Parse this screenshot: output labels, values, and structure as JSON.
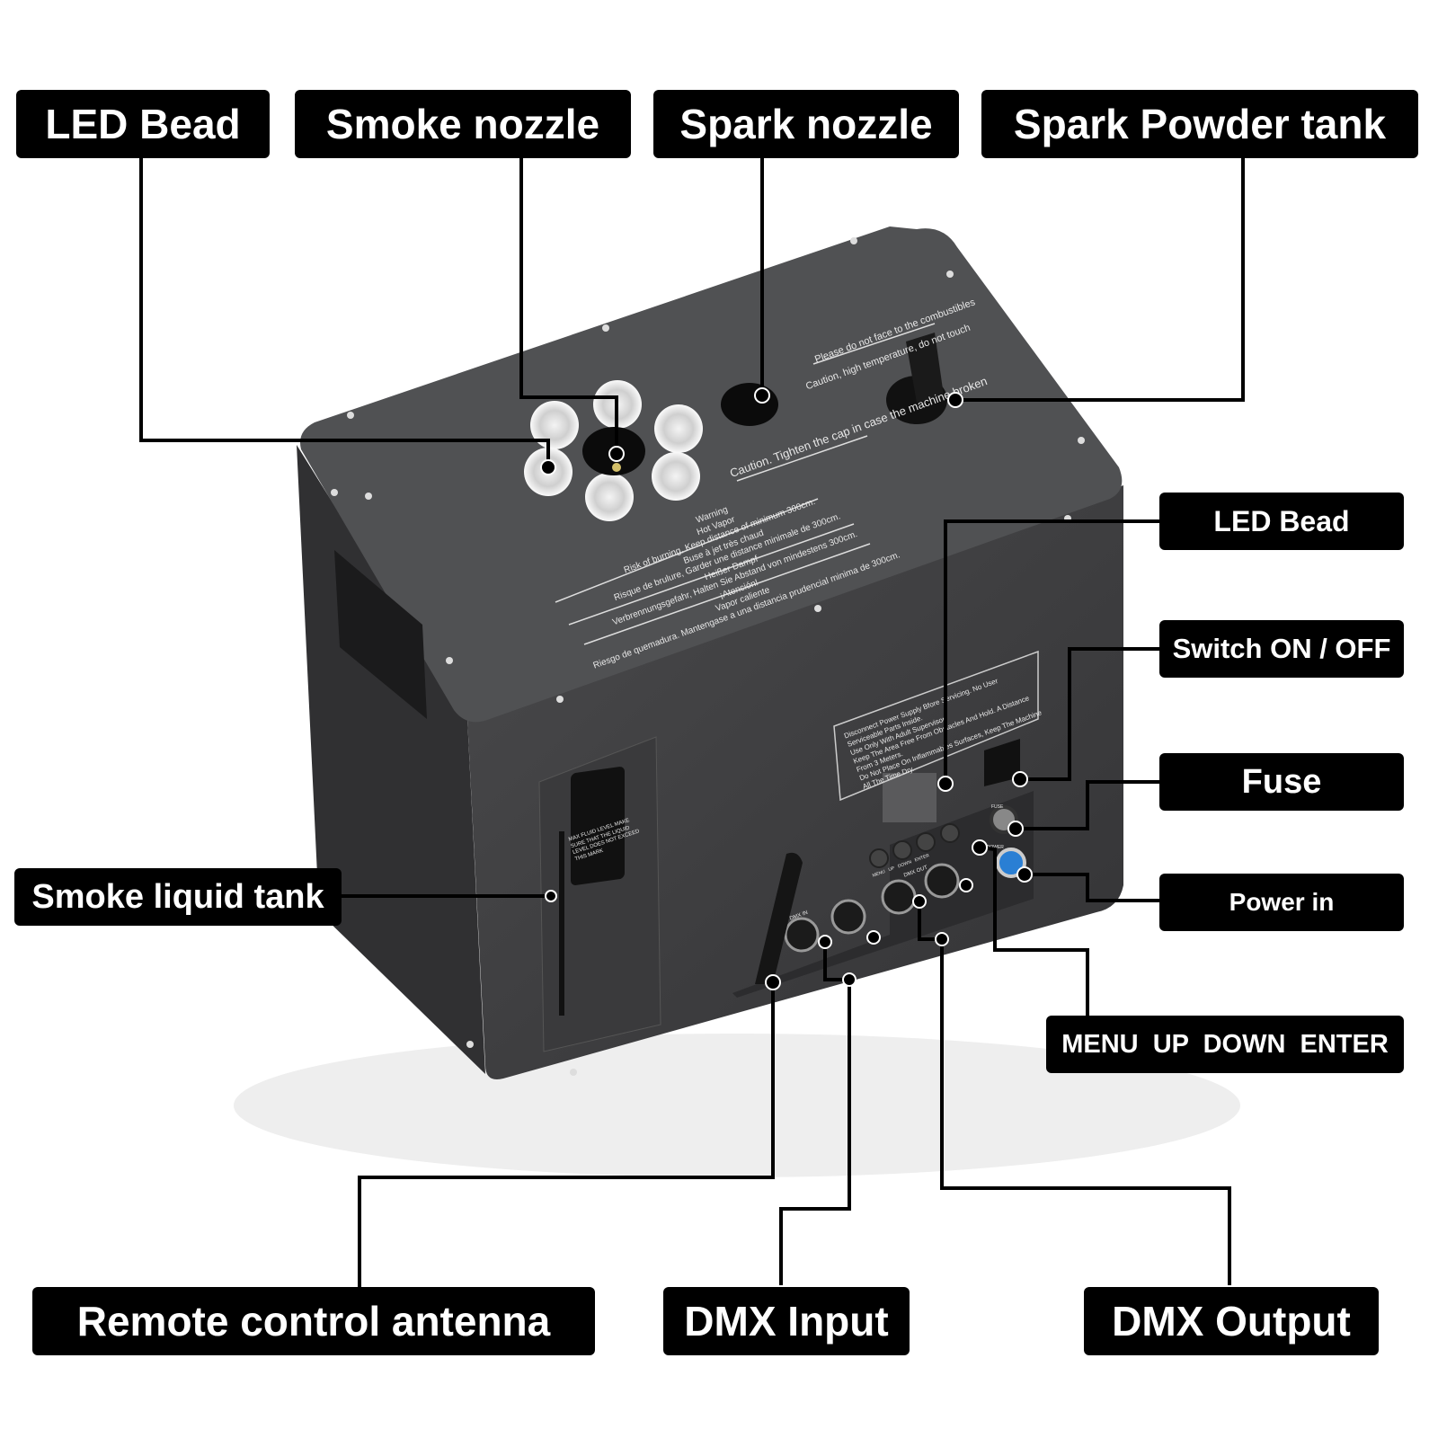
{
  "labels": {
    "led_bead_top": "LED Bead",
    "smoke_nozzle": "Smoke nozzle",
    "spark_nozzle": "Spark nozzle",
    "spark_powder_tank": "Spark Powder tank",
    "led_bead_side": "LED Bead",
    "switch": "Switch ON / OFF",
    "fuse": "Fuse",
    "power_in": "Power in",
    "smoke_liquid_tank": "Smoke liquid tank",
    "menu_buttons": "MENU  UP  DOWN  ENTER",
    "remote_antenna": "Remote control antenna",
    "dmx_input": "DMX Input",
    "dmx_output": "DMX Output"
  },
  "device_print": {
    "top_caution_1": "Please do not face to the combustibles",
    "top_caution_2": "Caution, high temperature, do not touch",
    "top_caution_3": "Caution. Tighten the cap in case the machine broken",
    "warning": [
      "Warning",
      "Hot Vapor",
      "Risk of burning, Keep distance of minimum 300cm.",
      "Buse à jet très chaud",
      "Risque de brulure, Garder une distance minimale de 300cm.",
      "Heißer Dampf",
      "Verbrennungsgefahr, Halten Sie Abstand von mindestens 300cm.",
      "¡Atención!",
      "Vapor caliente",
      "Riesgo de quemadura. Mantengase a una distancia prudencial minima de 300cm."
    ],
    "safety": [
      "Disconnect Power Supply Bfore Servicing. No User Serviceable Parts Inside.",
      "Use Only With Adult Supervisor.",
      "Keep The Area Free From Obstacles And Hold. A Distance From 3 Meters.",
      "Do Not Place On Inflammables Surfaces, Keep The Machine All The Time Dry."
    ],
    "buttons": [
      "MENU",
      "UP",
      "DOWN",
      "ENTER"
    ],
    "dmx_in": "DMX IN",
    "dmx_out": "DMX OUT",
    "fuse": "FUSE",
    "power": "POWER",
    "tank": "MAX FLUID LEVEL MAKE SURE THAT THE LIQUID LEVEL DOES NOT EXCEED THIS MARK"
  }
}
